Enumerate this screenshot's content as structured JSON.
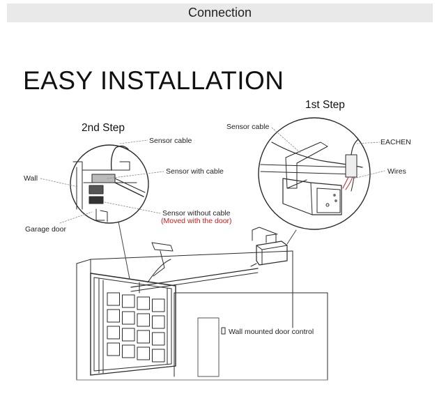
{
  "header": {
    "title": "Connection"
  },
  "diagram": {
    "title": "EASY INSTALLATION",
    "step1": "1st Step",
    "step2": "2nd Step",
    "labels": {
      "sensor_cable_left": "Sensor cable",
      "wall": "Wall",
      "sensor_with_cable": "Sensor with cable",
      "sensor_without_cable": "Sensor without cable",
      "moved_with_door": "(Moved with the door)",
      "garage_door": "Garage door",
      "sensor_cable_right": "Sensor cable",
      "eachen": "EACHEN",
      "wires": "Wires",
      "wall_control": "Wall mounted door control"
    },
    "colors": {
      "moved_note": "#d21818",
      "header_bg": "#e9e9e9"
    }
  }
}
